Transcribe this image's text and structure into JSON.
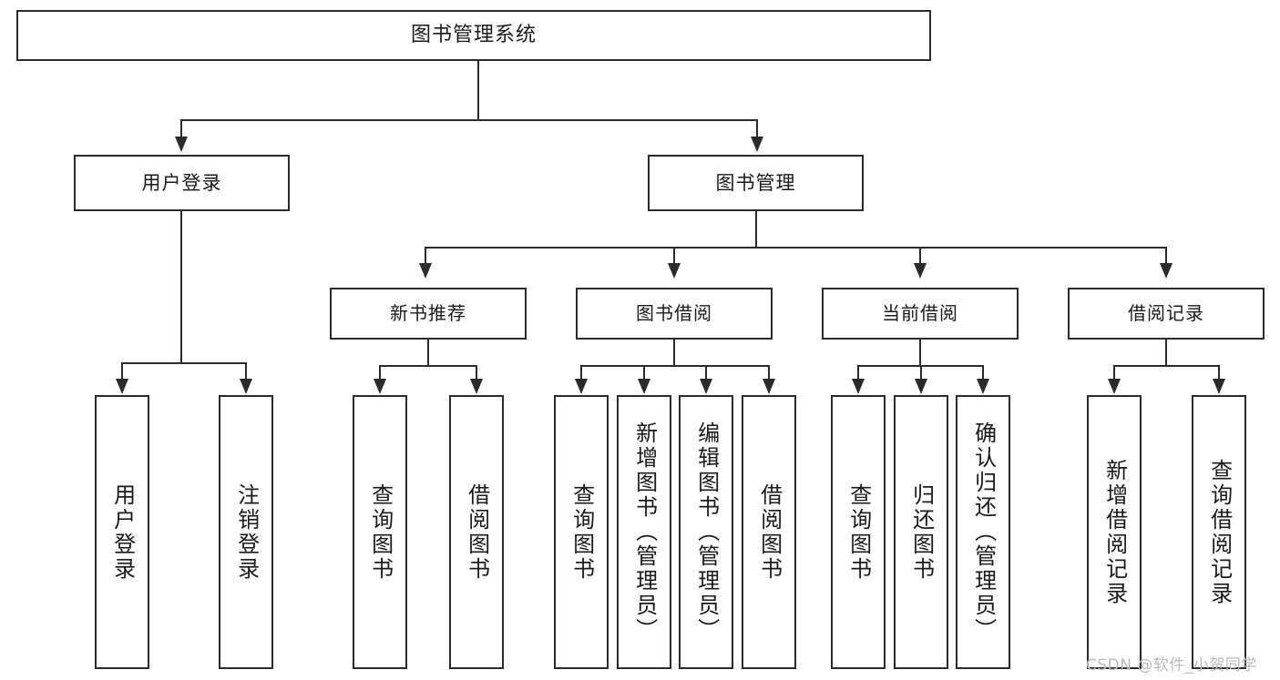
{
  "diagram": {
    "type": "hierarchy-tree",
    "title": "图书管理系统",
    "root": {
      "label": "图书管理系统"
    },
    "level2": [
      {
        "id": "user-login",
        "label": "用户登录"
      },
      {
        "id": "book-management",
        "label": "图书管理"
      }
    ],
    "level3": [
      {
        "id": "new-book-recommend",
        "label": "新书推荐"
      },
      {
        "id": "book-borrow",
        "label": "图书借阅"
      },
      {
        "id": "current-borrow",
        "label": "当前借阅"
      },
      {
        "id": "borrow-record",
        "label": "借阅记录"
      }
    ],
    "leaves": {
      "user_login": [
        {
          "id": "leaf-user-login",
          "label": "用户登录"
        },
        {
          "id": "leaf-logout",
          "label": "注销登录"
        }
      ],
      "new_book_recommend": [
        {
          "id": "leaf-query-book-1",
          "label": "查询图书"
        },
        {
          "id": "leaf-borrow-book-1",
          "label": "借阅图书"
        }
      ],
      "book_borrow": [
        {
          "id": "leaf-query-book-2",
          "label": "查询图书"
        },
        {
          "id": "leaf-add-book",
          "label": "新增图书（管理员）"
        },
        {
          "id": "leaf-edit-book",
          "label": "编辑图书（管理员）"
        },
        {
          "id": "leaf-borrow-book-2",
          "label": "借阅图书"
        }
      ],
      "current_borrow": [
        {
          "id": "leaf-query-book-3",
          "label": "查询图书"
        },
        {
          "id": "leaf-return-book",
          "label": "归还图书"
        },
        {
          "id": "leaf-confirm-return",
          "label": "确认归还（管理员）"
        }
      ],
      "borrow_record": [
        {
          "id": "leaf-add-record",
          "label": "新增借阅记录"
        },
        {
          "id": "leaf-query-record",
          "label": "查询借阅记录"
        }
      ]
    }
  },
  "watermark": {
    "text": "CSDN @软件_小贺同学"
  },
  "colors": {
    "border": "#2b2b2b",
    "background": "#ffffff",
    "text": "#1a1a1a",
    "watermark": "#b9b9b9"
  }
}
